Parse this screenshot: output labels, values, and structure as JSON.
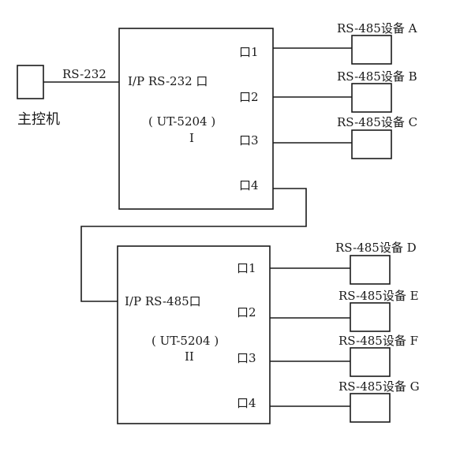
{
  "host": {
    "label": "主控机",
    "link_label": "RS-232"
  },
  "converter_1": {
    "input_label": "I/P RS-232 口",
    "model": "( UT-5204 )",
    "numeral": "I",
    "ports": [
      "口1",
      "口2",
      "口3",
      "口4"
    ]
  },
  "converter_2": {
    "input_label": "I/P RS-485口",
    "model": "( UT-5204 )",
    "numeral": "II",
    "ports": [
      "口1",
      "口2",
      "口3",
      "口4"
    ]
  },
  "devices": [
    "RS-485设备 A",
    "RS-485设备 B",
    "RS-485设备 C",
    "RS-485设备 D",
    "RS-485设备 E",
    "RS-485设备 F",
    "RS-485设备 G"
  ]
}
